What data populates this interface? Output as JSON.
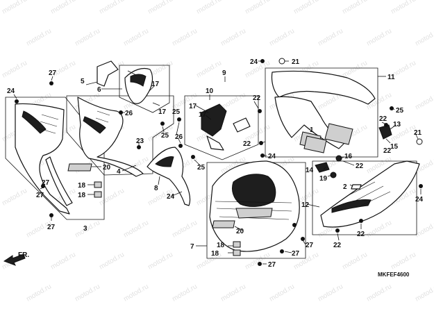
{
  "diagram_code": "MKFEF4600",
  "front_label": "FR.",
  "watermark": "motod.ru",
  "callouts": [
    "1",
    "2",
    "3",
    "4",
    "5",
    "6",
    "7",
    "8",
    "9",
    "10",
    "11",
    "12",
    "13",
    "14",
    "15",
    "16",
    "17",
    "18",
    "19",
    "20",
    "21",
    "22",
    "23",
    "24",
    "25",
    "26",
    "27"
  ]
}
